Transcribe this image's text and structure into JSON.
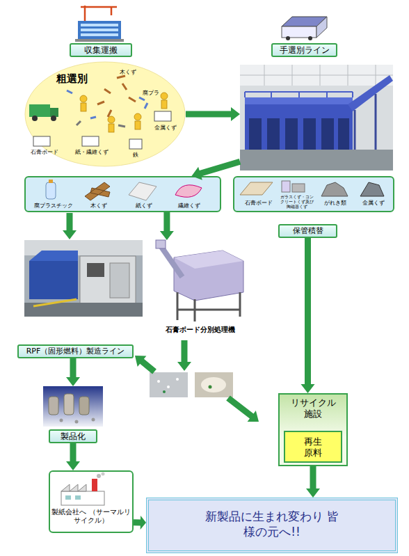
{
  "diagram": {
    "nodes": [
      {
        "text": [
          "収集運搬"
        ]
      },
      {
        "text": [
          "粗選別"
        ]
      },
      {
        "text": [
          "手選別ライン"
        ]
      },
      {
        "text": [
          "廃プラスチック",
          "木くず",
          "紙くず",
          "繊維くず"
        ]
      },
      {
        "text": [
          "石膏ボード",
          "ガラスくず・コンクリートくず及び陶磁器くず",
          "がれき類",
          "金属くず"
        ]
      },
      {
        "text": [
          "保管積替"
        ]
      },
      {
        "text": [
          "石膏ボード分別処理機"
        ]
      },
      {
        "text": [
          "RPF（固形燃料）製造ライン"
        ]
      },
      {
        "text": [
          "製品化"
        ]
      },
      {
        "text": [
          "製紙会社へ （サーマルリサイクル）"
        ]
      },
      {
        "text": [
          "リサイクル 施設"
        ]
      },
      {
        "text": [
          "再生 原料"
        ],
        "in": 10
      },
      {
        "text": [
          "新製品に生まれ変わり 皆様の元へ!!"
        ]
      }
    ],
    "edges": [
      {
        "from": 1,
        "to": 2,
        "arrow": "to"
      },
      {
        "from": 2,
        "to": 3,
        "arrow": "to"
      },
      {
        "from": 3,
        "to": 6,
        "arrow": "to"
      },
      {
        "from": 5,
        "to": 10,
        "arrow": "to"
      },
      {
        "from": 10,
        "to": 12,
        "arrow": "to"
      },
      {
        "from": 7,
        "to": 8,
        "arrow": "to"
      },
      {
        "from": 8,
        "to": 9,
        "arrow": "to"
      },
      {
        "from": 9,
        "to": 12,
        "arrow": "to"
      }
    ],
    "labels": [
      "木くず",
      "廃プラ",
      "金属くず",
      "鉄",
      "石膏ボード",
      "紙・繊維くず"
    ]
  }
}
